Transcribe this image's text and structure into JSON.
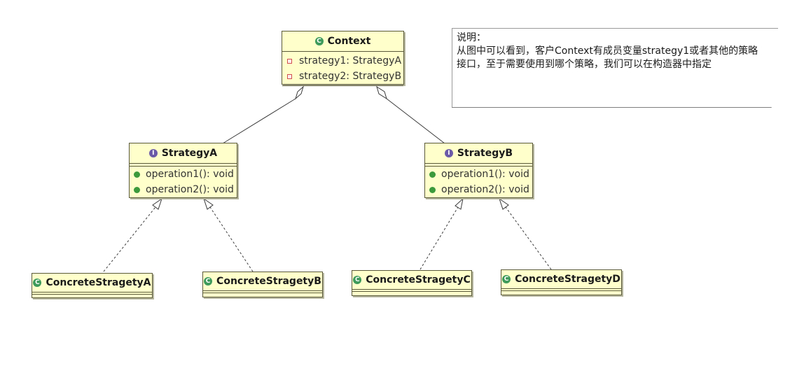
{
  "context": {
    "name": "Context",
    "icon": "class-icon",
    "attributes": [
      "strategy1: StrategyA",
      "strategy2: StrategyB"
    ]
  },
  "strategy_a": {
    "name": "StrategyA",
    "icon": "interface-icon",
    "operations": [
      "operation1(): void",
      "operation2(): void"
    ]
  },
  "strategy_b": {
    "name": "StrategyB",
    "icon": "interface-icon",
    "operations": [
      "operation1(): void",
      "operation2(): void"
    ]
  },
  "concrete": {
    "a": "ConcreteStragetyA",
    "b": "ConcreteStragetyB",
    "c": "ConcreteStragetyC",
    "d": "ConcreteStragetyD"
  },
  "note": {
    "title": "说明：",
    "line1": "从图中可以看到，客户Context有成员变量strategy1或者其他的策略",
    "line2": "接口，至于需要使用到哪个策略，我们可以在构造器中指定"
  },
  "colors": {
    "box_fill": "#ffffcc",
    "box_border": "#5a5a3a",
    "class_icon": "#3d9a5a",
    "interface_icon": "#6b5aa8",
    "private_marker": "#d05050",
    "public_marker": "#3c9a3c"
  }
}
